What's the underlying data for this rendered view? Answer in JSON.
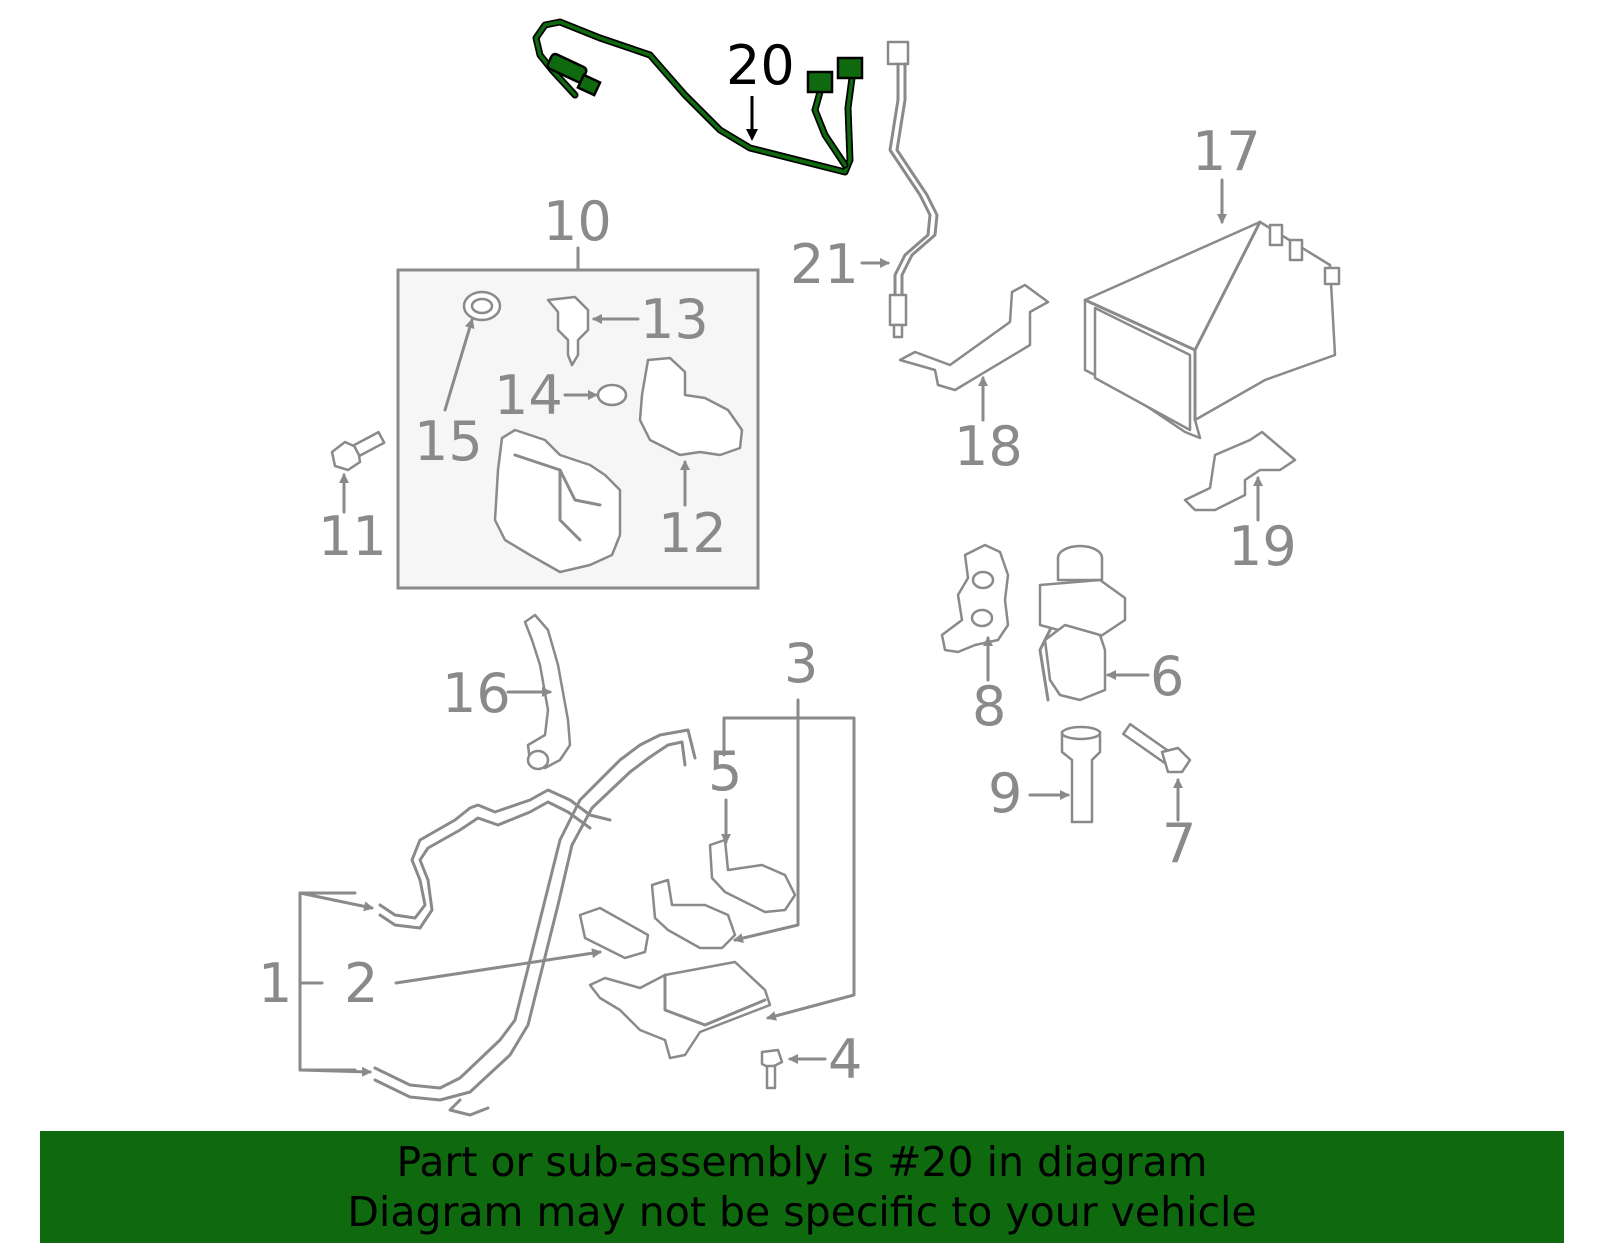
{
  "highlight_color": "#0f6a0f",
  "parts_diagram": {
    "highlighted_callout": "20",
    "callouts": [
      "1",
      "2",
      "3",
      "4",
      "5",
      "6",
      "7",
      "8",
      "9",
      "10",
      "11",
      "12",
      "13",
      "14",
      "15",
      "16",
      "17",
      "18",
      "19",
      "20",
      "21"
    ]
  },
  "banner": {
    "line1": "Part or sub-assembly is #20 in diagram",
    "line2": "Diagram may not be specific to your vehicle"
  }
}
